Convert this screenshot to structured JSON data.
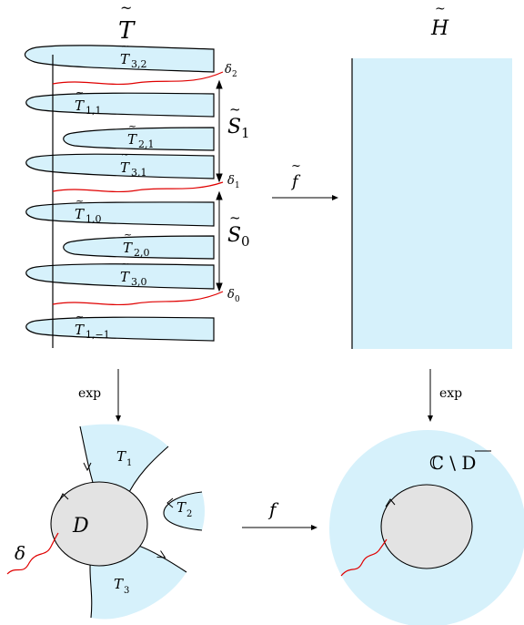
{
  "top_left": {
    "title": "T",
    "tracts": [
      {
        "sym": "T",
        "sub": "3,2"
      },
      {
        "sym": "T",
        "sub": "1,1"
      },
      {
        "sym": "T",
        "sub": "2,1"
      },
      {
        "sym": "T",
        "sub": "3,1"
      },
      {
        "sym": "T",
        "sub": "1,0"
      },
      {
        "sym": "T",
        "sub": "2,0"
      },
      {
        "sym": "T",
        "sub": "3,0"
      },
      {
        "sym": "T",
        "sub": "1,−1"
      }
    ],
    "deltas": [
      {
        "sym": "δ",
        "sub": "2"
      },
      {
        "sym": "δ",
        "sub": "1"
      },
      {
        "sym": "δ",
        "sub": "0"
      }
    ],
    "strips": [
      {
        "sym": "S",
        "sub": "1"
      },
      {
        "sym": "S",
        "sub": "0"
      }
    ]
  },
  "top_right": {
    "title": "H"
  },
  "maps": {
    "f_tilde": "f",
    "f": "f",
    "exp_left": "exp",
    "exp_right": "exp"
  },
  "bottom_left": {
    "disk": "D",
    "delta": "δ",
    "tracts": [
      {
        "sym": "T",
        "sub": "1"
      },
      {
        "sym": "T",
        "sub": "2"
      },
      {
        "sym": "T",
        "sub": "3"
      }
    ]
  },
  "bottom_right": {
    "complement": "ℂ \\ D"
  },
  "colors": {
    "fill": "#d6f1fb",
    "disk": "#e3e3e3",
    "curve": "#e00000"
  }
}
